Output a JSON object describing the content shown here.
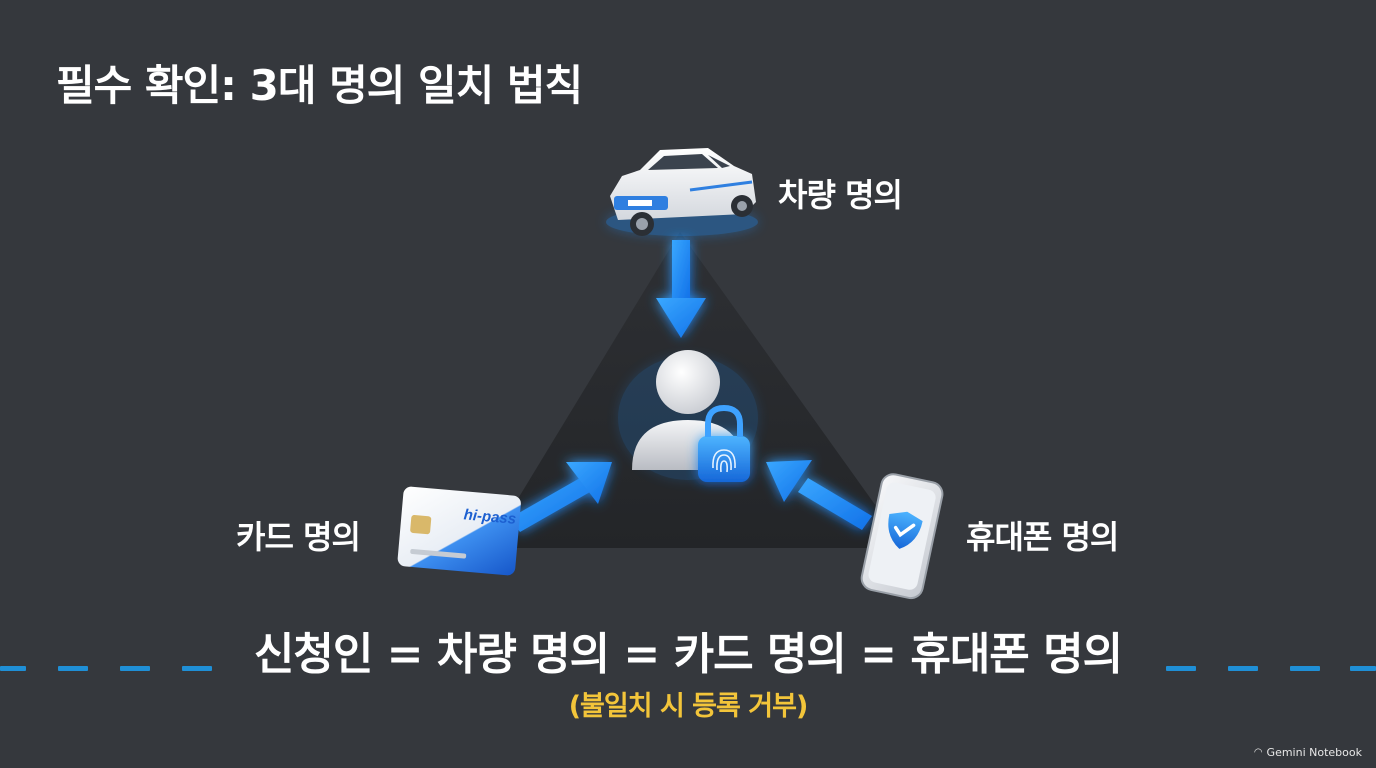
{
  "title": "필수 확인: 3대 명의 일치 법칙",
  "nodes": {
    "vehicle": {
      "label": "차량 명의",
      "icon": "car-icon"
    },
    "card": {
      "label": "카드 명의",
      "icon": "hipass-card-icon",
      "card_text": "hi-pass"
    },
    "phone": {
      "label": "휴대폰 명의",
      "icon": "smartphone-shield-icon"
    },
    "center": {
      "icon": "user-lock-fingerprint-icon"
    }
  },
  "equation": "신청인 = 차량 명의 = 카드 명의 = 휴대폰 명의",
  "note": "(불일치 시 등록 거부)",
  "watermark": "Gemini Notebook",
  "colors": {
    "background": "#35383d",
    "triangle": "#26282b",
    "arrow": "#1e90ff",
    "note": "#f3c53a",
    "dash": "#1f8fd6"
  }
}
